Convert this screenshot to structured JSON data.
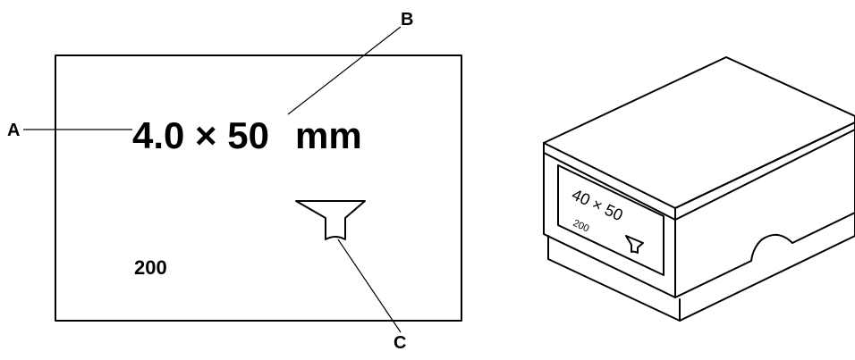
{
  "label_card": {
    "dimension_text": "4.0 × 50",
    "unit_text": "mm",
    "quantity_text": "200",
    "head_symbol": "countersunk-screw-head-icon"
  },
  "callouts": {
    "a": "A",
    "b": "B",
    "c": "C"
  },
  "box_label": {
    "dimension_text": "40 × 50",
    "quantity_text": "200",
    "head_symbol": "countersunk-screw-head-icon"
  }
}
